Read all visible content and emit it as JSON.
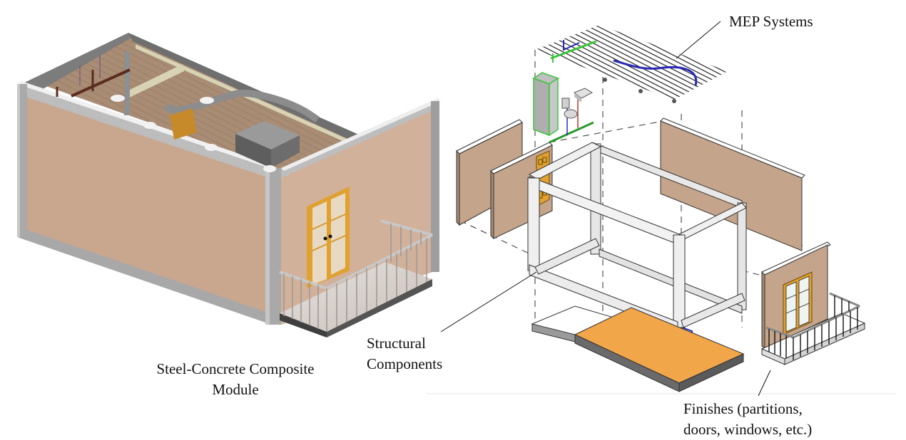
{
  "diagram": {
    "type": "isometric-exploded-view",
    "subject": "Modular building unit and its component systems"
  },
  "labels": {
    "module": {
      "line1": "Steel-Concrete Composite",
      "line2": "Module"
    },
    "mep": {
      "text": "MEP Systems"
    },
    "structural": {
      "line1": "Structural",
      "line2": "Components"
    },
    "finishes": {
      "line1": "Finishes (partitions,",
      "line2": "doors, windows, etc.)"
    }
  },
  "colors": {
    "wall": "#c8a78e",
    "wall_panel": "#c4a48a",
    "frame": "#a9a9a9",
    "frame_light": "#e6e6e6",
    "floor_wood": "#a88b73",
    "door": "#e0a12e",
    "floor_slab": "#f2a64a",
    "mep_green": "#3cc43c",
    "mep_blue": "#2a2ab8",
    "duct": "#8f8f8f",
    "dark_base": "#444444"
  }
}
